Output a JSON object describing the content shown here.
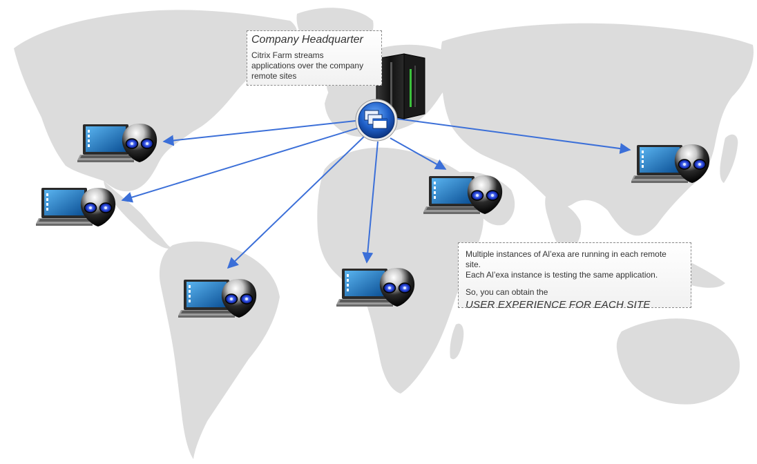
{
  "hq": {
    "title": "Company Headquarter",
    "description": "Citrix Farm streams applications over the company remote sites"
  },
  "info": {
    "line1": "Multiple instances of Al’exa are running in each remote site.",
    "line2": "Each Al’exa instance is testing the same application.",
    "line3": "So, you can obtain the",
    "emphasis": "USER EXPERIENCE FOR EACH SITE"
  },
  "colors": {
    "arrow": "#3b6fd8",
    "map": "#dcdcdc",
    "hub": "#1f5fc8",
    "screen": "#1d7fc4"
  },
  "remote_sites": [
    {
      "region": "north-america"
    },
    {
      "region": "central-america"
    },
    {
      "region": "south-america"
    },
    {
      "region": "west-africa"
    },
    {
      "region": "middle-east"
    },
    {
      "region": "east-asia"
    }
  ]
}
